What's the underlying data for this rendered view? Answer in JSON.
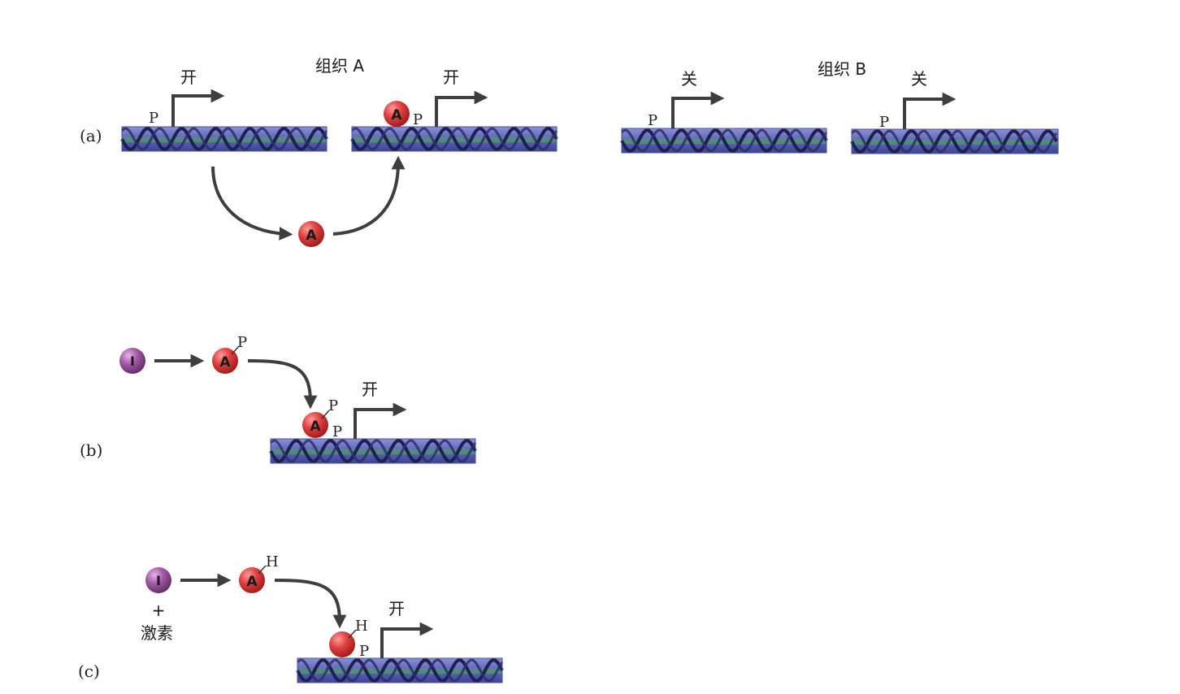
{
  "panels": {
    "a": {
      "label": "(a)",
      "tissue_a_title": "组织 A",
      "tissue_b_title": "组织 B",
      "on_1": "开",
      "on_2": "开",
      "off_1": "关",
      "off_2": "关",
      "promoter": "P",
      "activator": "A"
    },
    "b": {
      "label": "(b)",
      "inhibitor": "I",
      "activator": "A",
      "phospho": "P",
      "on": "开",
      "promoter": "P"
    },
    "c": {
      "label": "(c)",
      "inhibitor": "I",
      "activator": "A",
      "hormone_mark": "H",
      "plus": "+",
      "hormone": "激素",
      "on": "开",
      "promoter": "P"
    }
  },
  "colors": {
    "dna_backbone": "#5d64b8",
    "dna_green": "#4f9a6a",
    "activator": "#d83a3a",
    "inhibitor": "#9a4f9e",
    "arrow": "#3e3e3e"
  }
}
